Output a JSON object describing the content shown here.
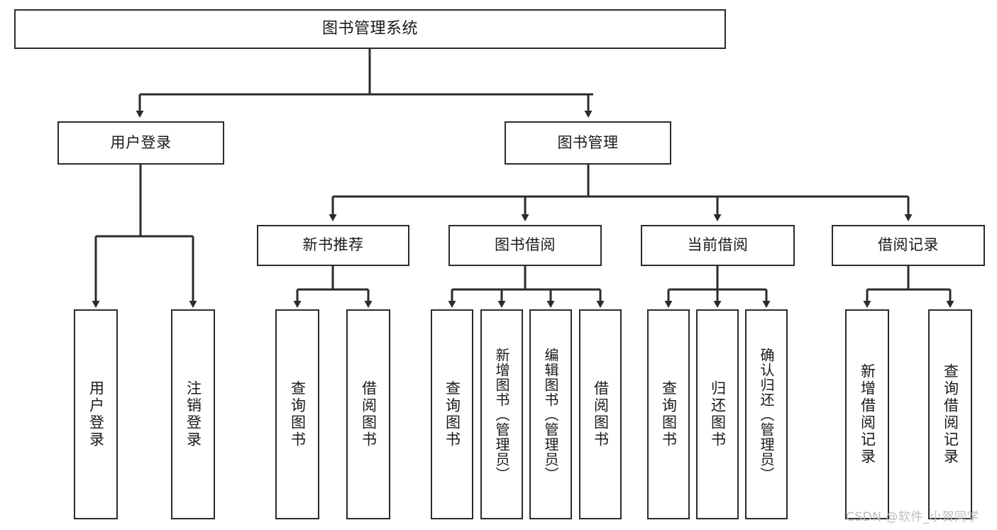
{
  "diagram": {
    "title": "图书管理系统",
    "type": "hierarchy-tree",
    "line_color": "#2b2b2b",
    "box_fill": "#ffffff",
    "text_color": "#1a1a1a"
  },
  "nodes": {
    "root": {
      "label": "图书管理系统"
    },
    "level2": {
      "user_login": "用户登录",
      "book_management": "图书管理"
    },
    "level3": {
      "new_book_recommend": "新书推荐",
      "book_borrow": "图书借阅",
      "current_borrow": "当前借阅",
      "borrow_record": "借阅记录"
    },
    "leaves": {
      "user_login_1": "用户登录",
      "user_login_2": "注销登录",
      "recommend_1": "查询图书",
      "recommend_2": "借阅图书",
      "borrow_1": "查询图书",
      "borrow_2": "新增图书（管理员）",
      "borrow_3": "编辑图书（管理员）",
      "borrow_4": "借阅图书",
      "current_1": "查询图书",
      "current_2": "归还图书",
      "current_3": "确认归还（管理员）",
      "record_1": "新增借阅记录",
      "record_2": "查询借阅记录"
    }
  },
  "watermark": {
    "text": "CSDN @软件_小贺同学"
  }
}
